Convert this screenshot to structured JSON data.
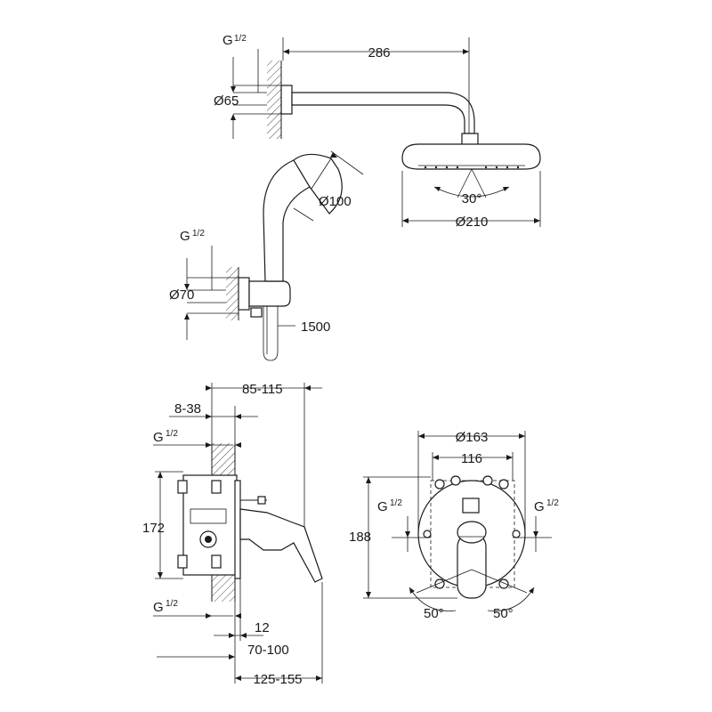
{
  "overhead_shower": {
    "arm_length": "286",
    "connection_thread": "G",
    "thread_fraction": "1/2",
    "flange_diameter": "Ø65",
    "head_diameter": "Ø210",
    "tilt_angle": "30°"
  },
  "hand_shower": {
    "head_diameter": "Ø100",
    "connection_thread": "G",
    "thread_fraction": "1/2",
    "outlet_diameter": "Ø70",
    "hose_length": "1500"
  },
  "mixer_side_view": {
    "total_depth": "85-115",
    "installation_depth": "8-38",
    "top_thread": "G",
    "top_thread_fraction": "1/2",
    "bottom_thread": "G",
    "bottom_thread_fraction": "1/2",
    "body_height": "172",
    "plate_thickness": "12",
    "handle_projection": "70-100",
    "overall_projection": "125-155"
  },
  "mixer_front_view": {
    "rosette_diameter": "Ø163",
    "mounting_spacing": "116",
    "height": "188",
    "left_thread": "G",
    "left_thread_fraction": "1/2",
    "right_thread": "G",
    "right_thread_fraction": "1/2",
    "left_rotation": "50°",
    "right_rotation": "50°"
  }
}
